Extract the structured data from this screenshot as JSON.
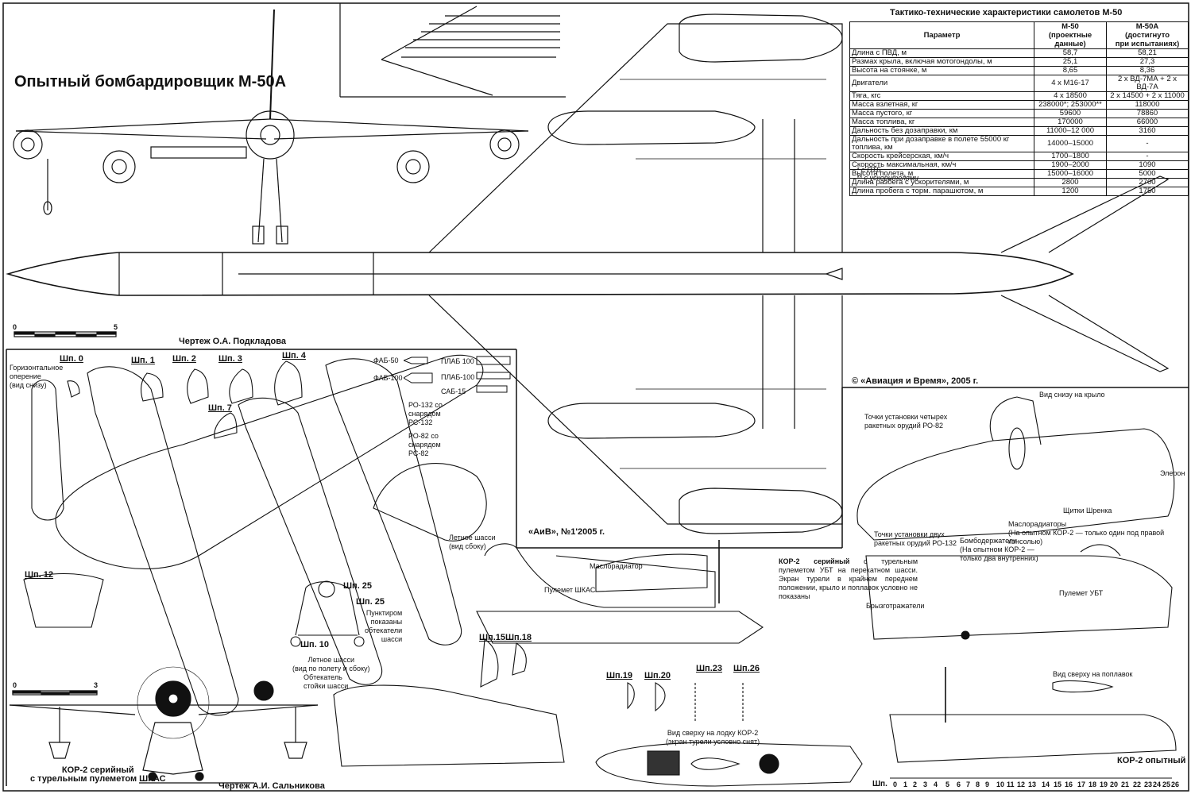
{
  "m50": {
    "title": "Опытный бомбардировщик М-50А",
    "drawing_credit": "Чертеж О.А. Подкладова",
    "scale": {
      "start": "0",
      "end": "5"
    },
    "copyright": "© «Авиация и Время», 2005 г.",
    "issue": "«АиВ», №1'2005 г."
  },
  "spec_table": {
    "title": "Тактико-технические характеристики самолетов М-50",
    "headers": [
      "Параметр",
      "М-50\n(проектные\nданные)",
      "М-50А\n(достигнуто\nпри испытаниях)"
    ],
    "rows": [
      [
        "Длина с ПВД, м",
        "58,7",
        "58,21"
      ],
      [
        "Размах крыла, включая мотогондолы, м",
        "25,1",
        "27,3"
      ],
      [
        "Высота на стоянке, м",
        "8,65",
        "8,36"
      ],
      [
        "Двигатели",
        "4 х М16-17",
        "2 х ВД-7МА + 2 х ВД-7А"
      ],
      [
        "Тяга, кгс",
        "4 х 18500",
        "2 х 14500 + 2 х 11000"
      ],
      [
        "Масса взлетная, кг",
        "238000*; 253000**",
        "118000"
      ],
      [
        "Масса пустого, кг",
        "59600",
        "78860"
      ],
      [
        "Масса топлива, кг",
        "170000",
        "66000"
      ],
      [
        "Дальность без дозаправки, км",
        "11000–12 000",
        "3160"
      ],
      [
        "Дальность при дозаправке в полете 55000 кг топлива, км",
        "14000–15000",
        "-"
      ],
      [
        "Скорость крейсерская, км/ч",
        "1700–1800",
        "-"
      ],
      [
        "Скорость максимальная, км/ч",
        "1900–2000",
        "1090"
      ],
      [
        "Высота полета, м",
        "15000–16000",
        "5000"
      ],
      [
        "Длина разбега с ускорителями, м",
        "2800",
        "2700"
      ],
      [
        "Длина пробега с торм. парашютом, м",
        "1200",
        "1750"
      ]
    ],
    "footnotes": [
      "*  с ПТБ",
      "** с ускорителями"
    ]
  },
  "kor2": {
    "drawing_credit": "Чертеж А.И. Сальникова",
    "scale": {
      "start": "0",
      "end": "3"
    },
    "front_caption": "КОР-2 серийный\nс турельным пулеметом ШКАС",
    "hstab_label": "Горизонтальное\nоперение\n(вид снизу)",
    "frames": {
      "f0": "Шп. 0",
      "f1": "Шп. 1",
      "f2": "Шп. 2",
      "f3": "Шп. 3",
      "f4": "Шп. 4",
      "f7": "Шп. 7",
      "f12": "Шп. 12",
      "f25a": "Шп. 25",
      "f25b": "Шп. 25",
      "f10": "Шп. 10",
      "f15": "Шп.15",
      "f18": "Шп.18",
      "f19": "Шп.19",
      "f20": "Шп.20",
      "f23": "Шп.23",
      "f26": "Шп.26"
    },
    "ordnance": {
      "fab50": "ФАБ-50",
      "fab100": "ФАБ-100",
      "plab100a": "ПЛАБ 100",
      "plab100b": "ПЛАБ-100",
      "sab15": "САБ-15",
      "ro132": "РО-132 со\nснарядом\nРС-132",
      "ro82": "РО-82 со\nснарядом\nРС-82"
    },
    "gear_side": "Летное шасси\n(вид сбоку)",
    "gear_dashed": "Пунктиром\nпоказаны\nобтекатели\nшасси",
    "gear_front": "Летное шасси\n(вид по полету и сбоку)",
    "gear_fairing": "Обтекатель\nстойки шасси",
    "side_oilcooler": "Маслорадиатор",
    "side_gun": "Пулемет ШКАС",
    "wing_under_title": "Вид снизу на крыло",
    "ro82_points": "Точки установки четырех\nракетных орудий РО-82",
    "aileron": "Элерон",
    "schrenk": "Щитки Шренка",
    "oilcoolers": "Маслорадиаторы\n(На опытном КОР-2 —  только один под правой консолью)",
    "ro132_points": "Точки установки двух\nракетных орудий РО-132",
    "bomb_racks": "Бомбодержатели\n(На опытном КОР-2 —\nтолько два внутренних)",
    "serial_note_bold": "КОР-2 серийный",
    "serial_note": " с турельным пулеметом УБТ на перекатном шасси. Экран турели в крайнем переднем положении, крыло и поплавок условно не показаны",
    "spray": "Брызготражатели",
    "gun_ubt": "Пулемет УБТ",
    "float_top": "Вид сверху на поплавок",
    "prototype": "КОР-2 опытный",
    "hull_top": "Вид сверху на лодку КОР-2\n(экран турели условно снят)",
    "frame_ruler_label": "Шп.",
    "frame_ruler": [
      "0",
      "1",
      "2",
      "3",
      "4",
      "5",
      "6",
      "7",
      "8",
      "9",
      "10",
      "11",
      "12",
      "13",
      "14",
      "15",
      "16",
      "17",
      "18",
      "19",
      "20",
      "21",
      "22",
      "23",
      "24",
      "25",
      "26"
    ]
  }
}
